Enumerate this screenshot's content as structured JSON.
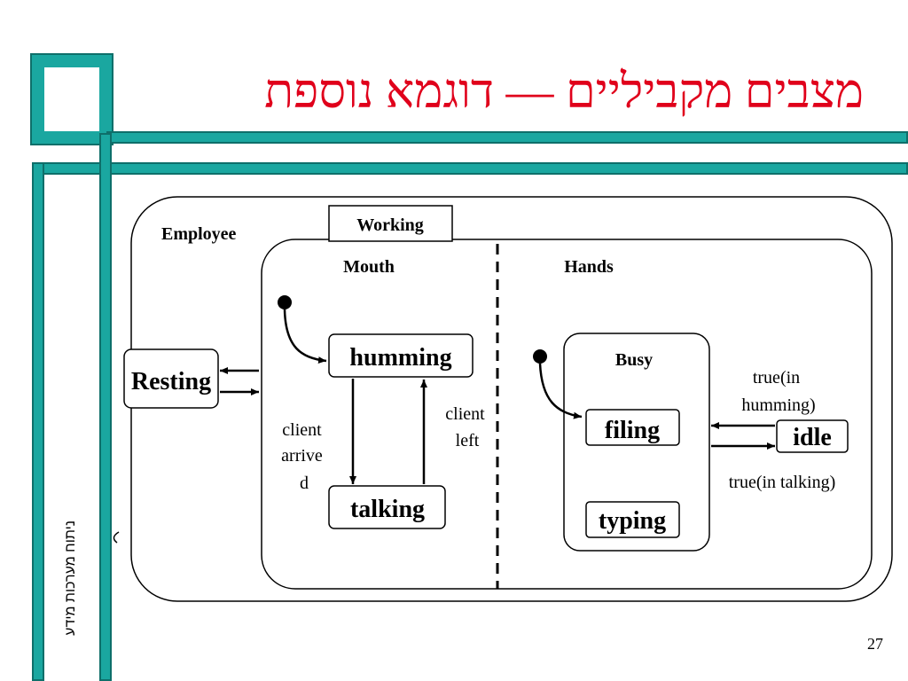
{
  "slide": {
    "title": "מצבים מקביליים — דוגמא נוספת",
    "side_text": "ניתוח מערכות מידע",
    "page_number": "27"
  },
  "diagram": {
    "superstate": "Employee",
    "composite_state": "Working",
    "region_left": "Mouth",
    "region_right": "Hands",
    "states": {
      "resting": "Resting",
      "humming": "humming",
      "talking": "talking",
      "busy": "Busy",
      "filing": "filing",
      "typing": "typing",
      "idle": "idle"
    },
    "transitions": {
      "client_arrived": [
        "client",
        "arrive",
        "d"
      ],
      "client_left": [
        "client",
        "left"
      ],
      "true_in_humming": [
        "true(in",
        "humming)"
      ],
      "true_in_talking": "true(in talking)"
    },
    "colors": {
      "title": "#e0001b",
      "frame": "#1aa7a0",
      "state_text": "#000000"
    }
  }
}
